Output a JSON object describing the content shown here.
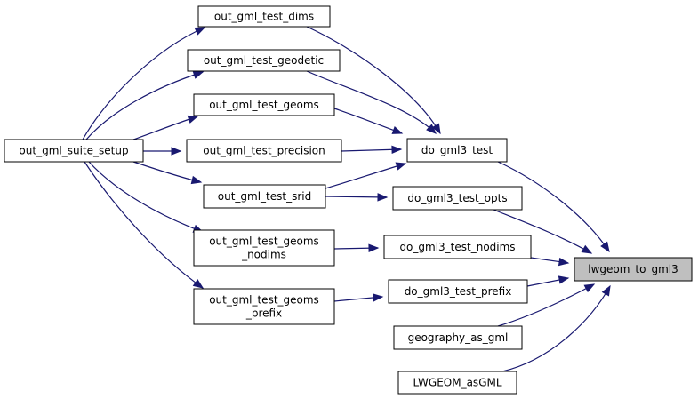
{
  "colors": {
    "edge": "#191970",
    "node_fill": "#ffffff",
    "highlight_fill": "#bfbfbf",
    "node_border": "#000000"
  },
  "nodes": [
    {
      "id": "n_dims",
      "lines": [
        "out_gml_test_dims"
      ],
      "highlight": false
    },
    {
      "id": "n_geodetic",
      "lines": [
        "out_gml_test_geodetic"
      ],
      "highlight": false
    },
    {
      "id": "n_geoms",
      "lines": [
        "out_gml_test_geoms"
      ],
      "highlight": false
    },
    {
      "id": "n_suite",
      "lines": [
        "out_gml_suite_setup"
      ],
      "highlight": false
    },
    {
      "id": "n_precision",
      "lines": [
        "out_gml_test_precision"
      ],
      "highlight": false
    },
    {
      "id": "n_dogml3",
      "lines": [
        "do_gml3_test"
      ],
      "highlight": false
    },
    {
      "id": "n_srid",
      "lines": [
        "out_gml_test_srid"
      ],
      "highlight": false
    },
    {
      "id": "n_opts",
      "lines": [
        "do_gml3_test_opts"
      ],
      "highlight": false
    },
    {
      "id": "n_nodims_out",
      "lines": [
        "out_gml_test_geoms",
        "_nodims"
      ],
      "highlight": false
    },
    {
      "id": "n_nodims_do",
      "lines": [
        "do_gml3_test_nodims"
      ],
      "highlight": false
    },
    {
      "id": "n_lwgeom",
      "lines": [
        "lwgeom_to_gml3"
      ],
      "highlight": true
    },
    {
      "id": "n_prefix_out",
      "lines": [
        "out_gml_test_geoms",
        "_prefix"
      ],
      "highlight": false
    },
    {
      "id": "n_prefix_do",
      "lines": [
        "do_gml3_test_prefix"
      ],
      "highlight": false
    },
    {
      "id": "n_geography",
      "lines": [
        "geography_as_gml"
      ],
      "highlight": false
    },
    {
      "id": "n_asgml",
      "lines": [
        "LWGEOM_asGML"
      ],
      "highlight": false
    }
  ],
  "edges": [
    {
      "from": "n_suite",
      "to": "n_dims"
    },
    {
      "from": "n_suite",
      "to": "n_geodetic"
    },
    {
      "from": "n_suite",
      "to": "n_geoms"
    },
    {
      "from": "n_suite",
      "to": "n_precision"
    },
    {
      "from": "n_suite",
      "to": "n_srid"
    },
    {
      "from": "n_suite",
      "to": "n_nodims_out"
    },
    {
      "from": "n_suite",
      "to": "n_prefix_out"
    },
    {
      "from": "n_dims",
      "to": "n_dogml3"
    },
    {
      "from": "n_geodetic",
      "to": "n_dogml3"
    },
    {
      "from": "n_geoms",
      "to": "n_dogml3"
    },
    {
      "from": "n_precision",
      "to": "n_dogml3"
    },
    {
      "from": "n_srid",
      "to": "n_dogml3"
    },
    {
      "from": "n_srid",
      "to": "n_opts"
    },
    {
      "from": "n_nodims_out",
      "to": "n_nodims_do"
    },
    {
      "from": "n_prefix_out",
      "to": "n_prefix_do"
    },
    {
      "from": "n_dogml3",
      "to": "n_lwgeom"
    },
    {
      "from": "n_opts",
      "to": "n_lwgeom"
    },
    {
      "from": "n_nodims_do",
      "to": "n_lwgeom"
    },
    {
      "from": "n_prefix_do",
      "to": "n_lwgeom"
    },
    {
      "from": "n_geography",
      "to": "n_lwgeom"
    },
    {
      "from": "n_asgml",
      "to": "n_lwgeom"
    }
  ]
}
